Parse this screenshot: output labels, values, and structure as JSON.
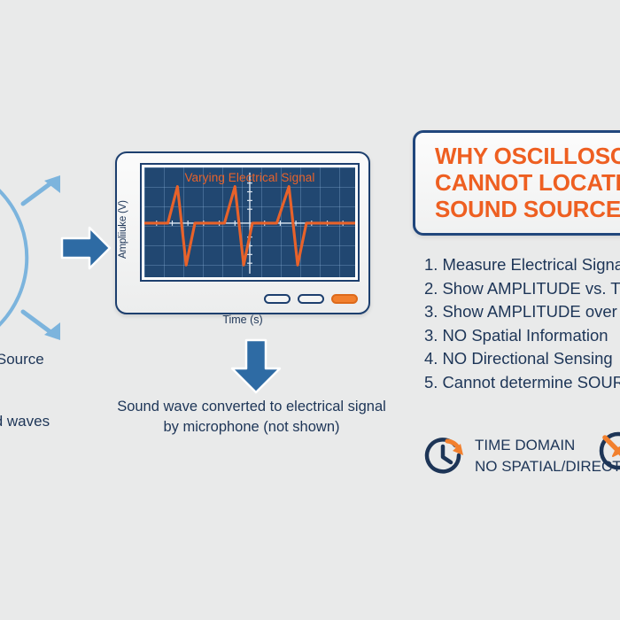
{
  "background_color": "#e9eaea",
  "colors": {
    "navy": "#1d3557",
    "navy_border": "#20467c",
    "orange": "#ee5f21",
    "orange_trace": "#e8622a",
    "screen_bg": "#214771",
    "arrow_blue": "#2e6ba4",
    "wave_blue": "#7cb4dd"
  },
  "source": {
    "label_line_1": "Sound Source",
    "label_line_2": "Sound waves"
  },
  "oscilloscope": {
    "signal_caption": "Varying Electrical Signal",
    "y_axis_label": "Ampliiuke (V)",
    "x_axis_label": "Time (s)",
    "buttons": [
      {
        "name": "button-1",
        "filled": false
      },
      {
        "name": "button-2",
        "filled": false
      },
      {
        "name": "button-3",
        "filled": true
      }
    ]
  },
  "conversion_caption": {
    "line_1": "Sound wave converted to electrical signal",
    "line_2": "by microphone (not shown)"
  },
  "title": {
    "line_1": "WHY OSCILLOSCOPES",
    "line_2": "CANNOT LOCATE",
    "line_3": "SOUND SOURCES"
  },
  "capabilities": [
    {
      "num": "1.",
      "text": "Measure Electrical Signals"
    },
    {
      "num": "2.",
      "text": "Show AMPLITUDE vs. TIME"
    },
    {
      "num": "3.",
      "text": "Show AMPLITUDE over TIME"
    },
    {
      "num": "3.",
      "text": "NO Spatial Information"
    },
    {
      "num": "4.",
      "text": "NO Directional Sensing"
    },
    {
      "num": "5.",
      "text": "Cannot determine SOURCE"
    }
  ],
  "footer_icons": {
    "clock_icon_name": "clock-arrow-icon",
    "compass_icon_name": "compass-crossed-out-icon",
    "text_line_1": "TIME DOMAIN",
    "text_line_2": "NO SPATIAL/DIRECTIONAL"
  },
  "chart_data": {
    "type": "line",
    "title": "Varying Electrical Signal",
    "xlabel": "Time (s)",
    "ylabel": "Ampliiuke (V)",
    "grid": true,
    "legend": "none",
    "xlim": [
      0,
      248
    ],
    "ylim": [
      -1.15,
      1.15
    ],
    "series": [
      {
        "name": "electrical signal",
        "color": "#e8622a",
        "x": [
          0,
          28,
          40,
          48,
          60,
          68,
          80,
          96,
          108,
          116,
          128,
          136,
          148,
          164,
          176,
          184,
          196,
          204,
          216,
          248
        ],
        "y": [
          0,
          0,
          1.0,
          -1.0,
          0,
          0,
          0,
          0,
          1.0,
          -1.0,
          0,
          0,
          0,
          0,
          1.0,
          -1.0,
          0,
          0,
          0,
          0
        ]
      }
    ]
  }
}
